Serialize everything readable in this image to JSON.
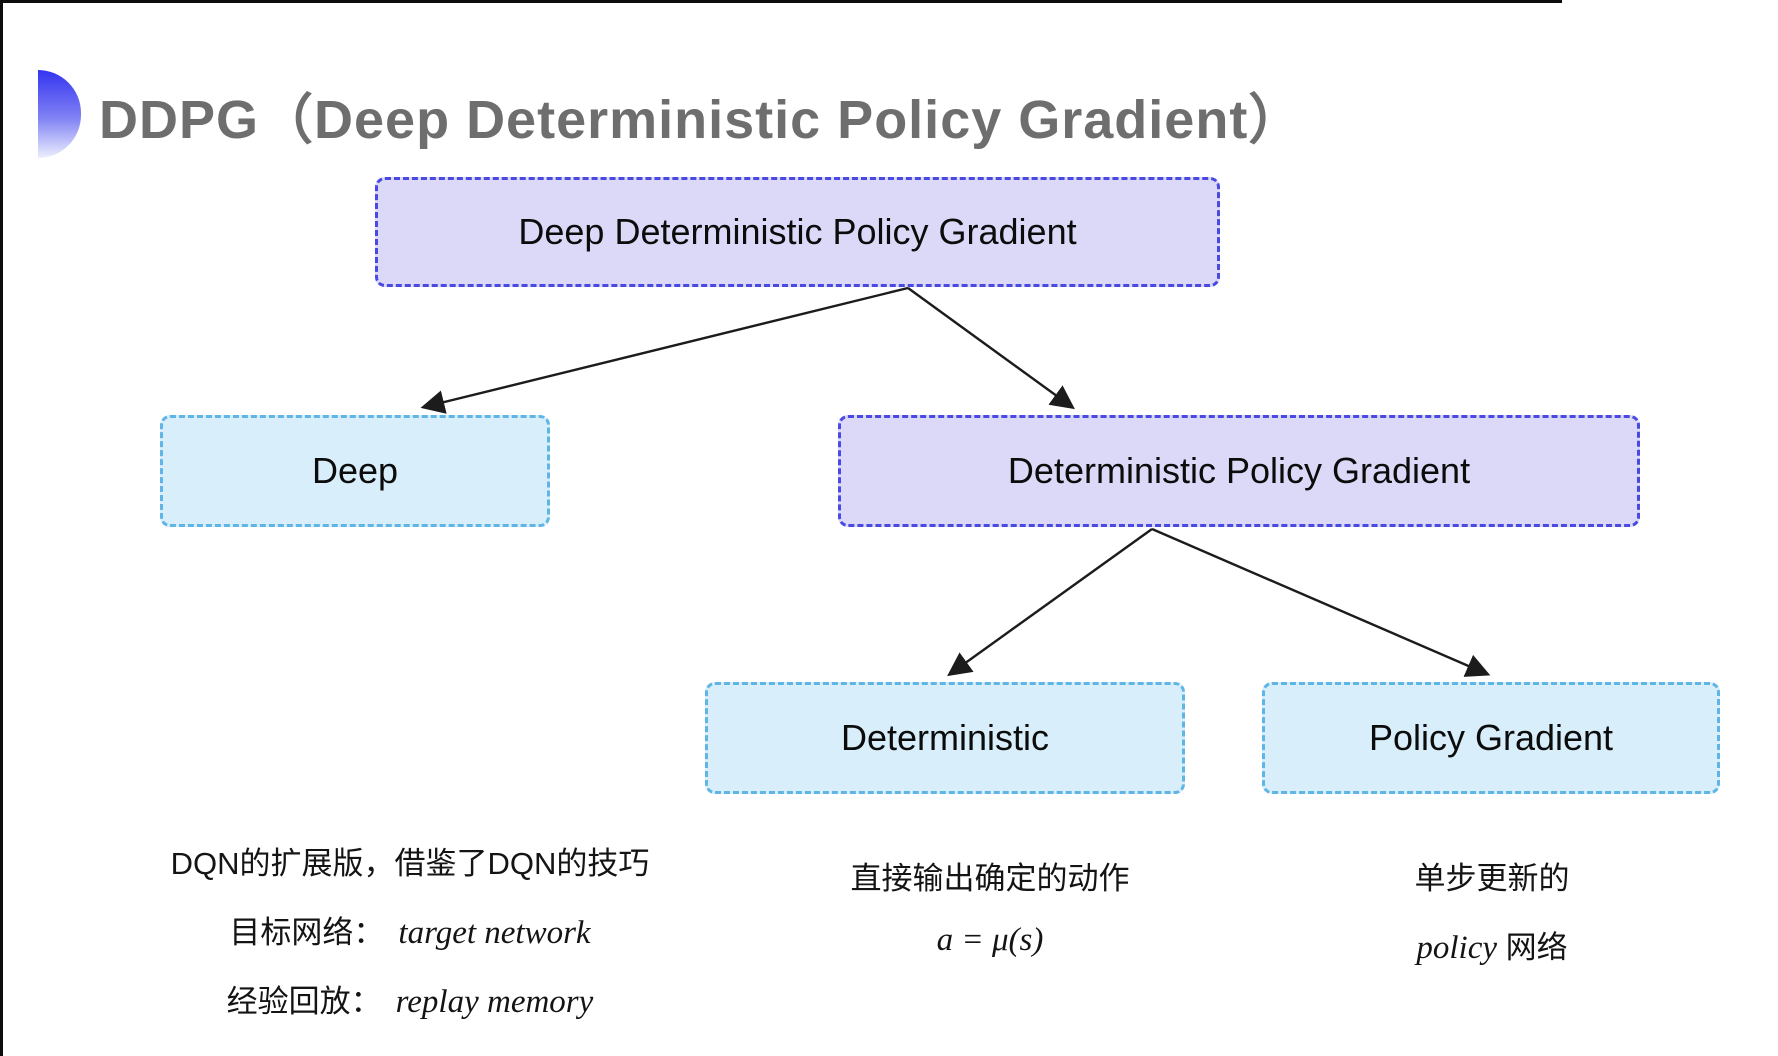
{
  "page": {
    "background": "#ffffff",
    "frame_line_color": "#0d0d0d"
  },
  "header": {
    "title": "DDPG（Deep Deterministic Policy Gradient）",
    "title_color": "#6e6e6e",
    "icon": {
      "name": "half-circle-accent",
      "gradient_top": "#3434ef",
      "gradient_bottom": "#edeffe"
    }
  },
  "diagram": {
    "colors": {
      "purple_fill": "#dbd9f7",
      "purple_border": "#4a49e1",
      "cyan_fill": "#d8eefa",
      "cyan_border": "#5fb5e5",
      "arrow": "#1c1c1c"
    },
    "nodes": {
      "root": {
        "label": "Deep Deterministic Policy Gradient",
        "variant": "purple"
      },
      "deep": {
        "label": "Deep",
        "variant": "cyan"
      },
      "dpg": {
        "label": "Deterministic Policy Gradient",
        "variant": "purple"
      },
      "deterministic": {
        "label": "Deterministic",
        "variant": "cyan"
      },
      "policy_gradient": {
        "label": "Policy Gradient",
        "variant": "cyan"
      }
    },
    "edges": [
      {
        "from": "root",
        "to": "deep"
      },
      {
        "from": "root",
        "to": "dpg"
      },
      {
        "from": "dpg",
        "to": "deterministic"
      },
      {
        "from": "dpg",
        "to": "policy_gradient"
      }
    ]
  },
  "annotations": {
    "deep_note": {
      "line1": "DQN的扩展版，借鉴了DQN的技巧",
      "line2_label": "目标网络：",
      "line2_term": "target network",
      "line3_label": "经验回放：",
      "line3_term": "replay memory"
    },
    "deterministic_note": {
      "line1": "直接输出确定的动作",
      "formula": "a = μ(s)"
    },
    "policy_gradient_note": {
      "line1": "单步更新的",
      "term": "policy",
      "suffix": "网络"
    }
  }
}
